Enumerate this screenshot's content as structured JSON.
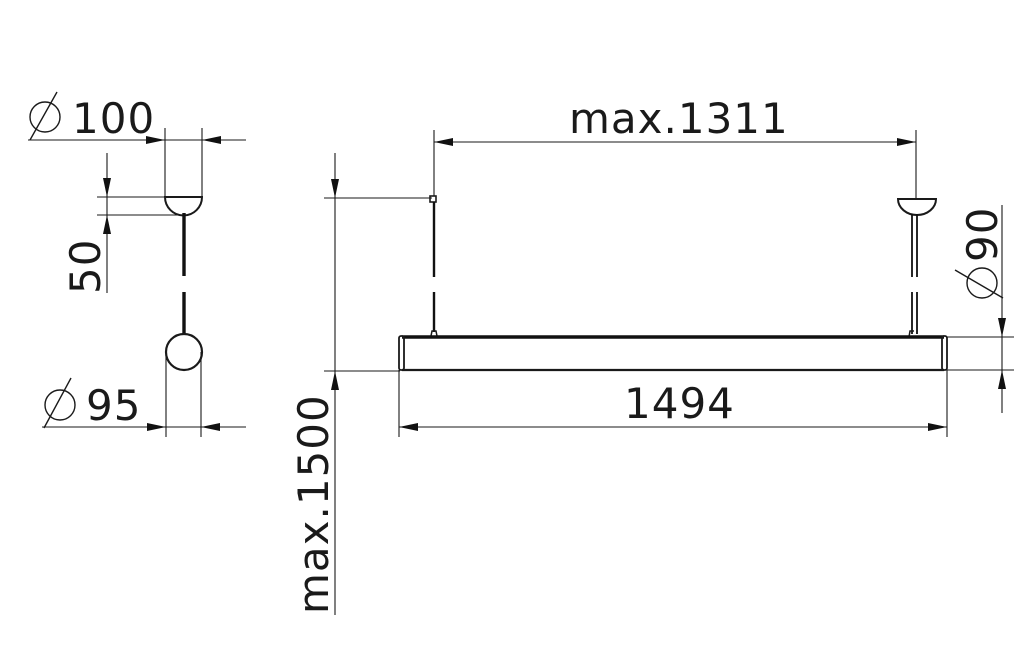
{
  "drawing": {
    "title": "Pendant linear luminaire dimension drawing",
    "line_color": "#1a1a1a",
    "background": "#ffffff"
  },
  "side_view": {
    "canopy_diameter_label": "100",
    "canopy_height_label": "50",
    "profile_diameter_label": "95",
    "diameter_symbol": "diameter-symbol"
  },
  "front_view": {
    "suspension_span_label": "max.1311",
    "overall_length_label": "1494",
    "suspension_height_label": "max.1500",
    "canopy_diameter_label": "90"
  }
}
